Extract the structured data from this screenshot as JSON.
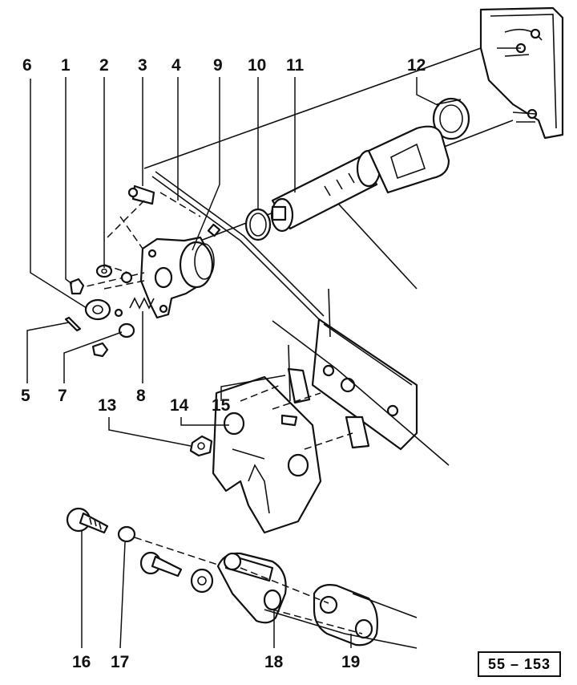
{
  "callouts": {
    "c1": "1",
    "c2": "2",
    "c3": "3",
    "c4": "4",
    "c5": "5",
    "c6": "6",
    "c7": "7",
    "c8": "8",
    "c9": "9",
    "c10": "10",
    "c11": "11",
    "c12": "12",
    "c13": "13",
    "c14": "14",
    "c15": "15",
    "c16": "16",
    "c17": "17",
    "c18": "18",
    "c19": "19"
  },
  "figure_ref": "55 – 153"
}
